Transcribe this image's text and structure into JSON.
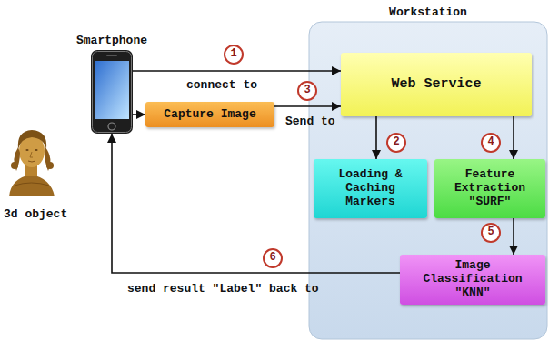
{
  "diagram": {
    "nodes": [
      {
        "text": [
          "Smartphone"
        ]
      },
      {
        "text": [
          "Capture Image"
        ]
      },
      {
        "text": [
          "Workstation"
        ]
      },
      {
        "text": [
          "Web Service"
        ],
        "in": 2
      },
      {
        "text": [
          "Loading & Caching Markers"
        ],
        "in": 2
      },
      {
        "text": [
          "Feature Extraction",
          "\"SURF\""
        ],
        "in": 2
      },
      {
        "text": [
          "Image Classification",
          "\"KNN\""
        ],
        "in": 2
      }
    ],
    "edges": [
      {
        "from": 0,
        "to": 3,
        "label": "connect to",
        "arrow": "to"
      },
      {
        "from": 0,
        "to": 1,
        "arrow": "to"
      },
      {
        "from": 1,
        "to": 3,
        "label": "Send to",
        "arrow": "to"
      },
      {
        "from": 3,
        "to": 4,
        "arrow": "to"
      },
      {
        "from": 3,
        "to": 5,
        "arrow": "to"
      },
      {
        "from": 5,
        "to": 6,
        "arrow": "to"
      },
      {
        "from": 6,
        "to": 0,
        "label": "send result \"Label\" back to",
        "arrow": "to"
      }
    ],
    "labels": [
      "1",
      "2",
      "3",
      "4",
      "5",
      "6",
      "3d object"
    ]
  }
}
